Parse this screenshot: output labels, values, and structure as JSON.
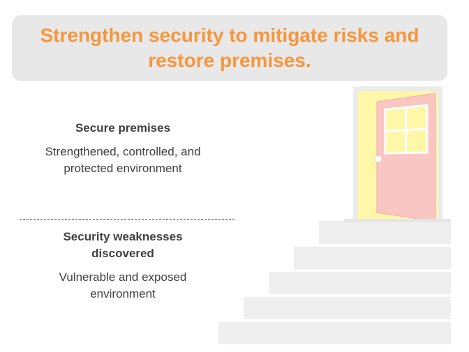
{
  "header": {
    "title": "Strengthen security to mitigate risks and restore premises."
  },
  "stages": {
    "top": {
      "heading": "Secure premises",
      "description": "Strengthened, controlled, and protected environment"
    },
    "bottom": {
      "heading": "Security weaknesses discovered",
      "description": "Vulnerable and exposed environment"
    }
  },
  "illustration": {
    "door_icon": "open-door-icon",
    "stairs_icon": "staircase-icon",
    "colors": {
      "title": "#f7963c",
      "header_bg": "#e8e8e8",
      "door_frame": "#ebebeb",
      "door_light": "#fff7a8",
      "door_panel": "#f9c6c4",
      "stairs": "#efefef"
    }
  }
}
